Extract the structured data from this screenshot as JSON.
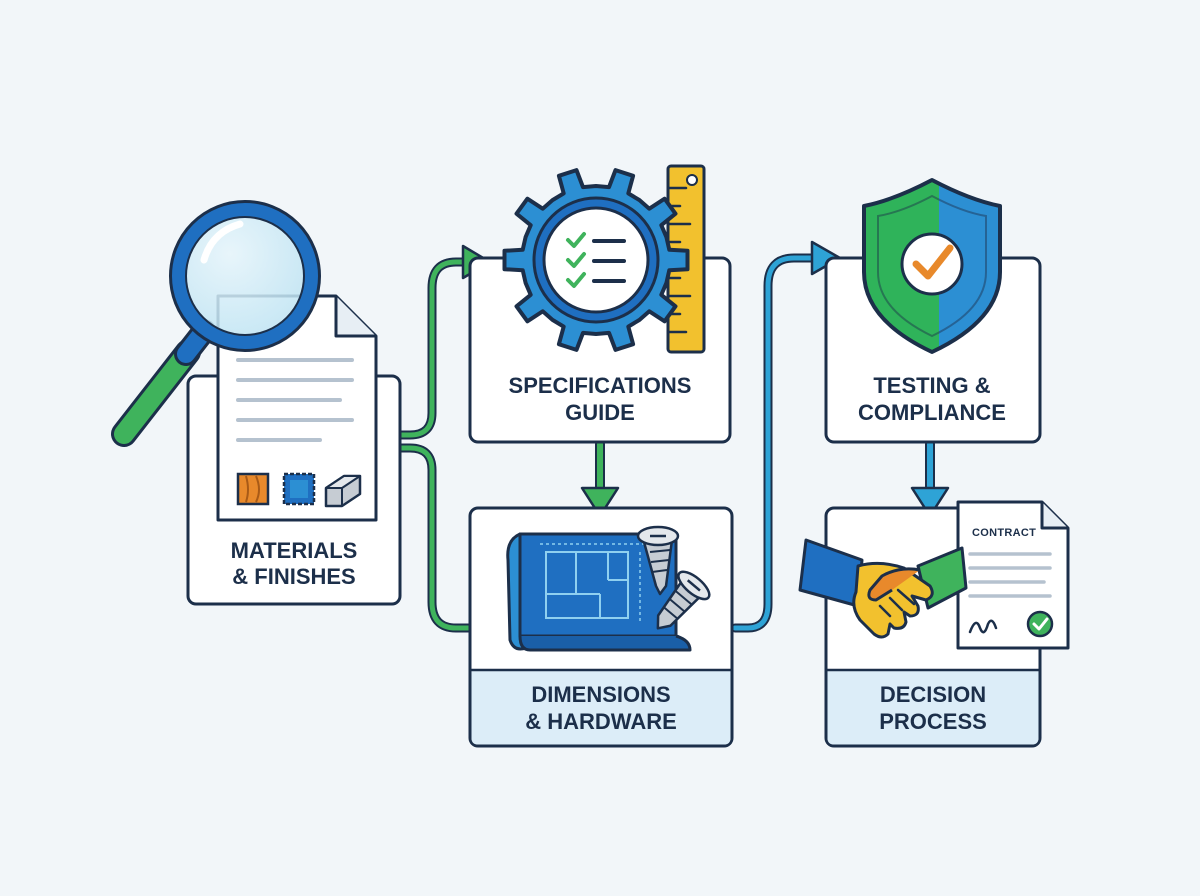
{
  "steps": {
    "materials": {
      "line1": "MATERIALS",
      "line2": "& FINISHES"
    },
    "specifications": {
      "line1": "SPECIFICATIONS",
      "line2": "GUIDE"
    },
    "dimensions": {
      "line1": "DIMENSIONS",
      "line2": "& HARDWARE"
    },
    "testing": {
      "line1": "TESTING &",
      "line2": "COMPLIANCE"
    },
    "decision": {
      "line1": "DECISION",
      "line2": "PROCESS"
    }
  },
  "contract": {
    "title": "CONTRACT"
  },
  "colors": {
    "background": "#f2f6f9",
    "outline": "#1c2f4a",
    "green": "#3fb35c",
    "blue": "#1f6fc1",
    "cyan": "#2ea3d6",
    "label_fill": "#dcedf8",
    "yellow": "#f2c12e",
    "orange": "#e8892b"
  }
}
